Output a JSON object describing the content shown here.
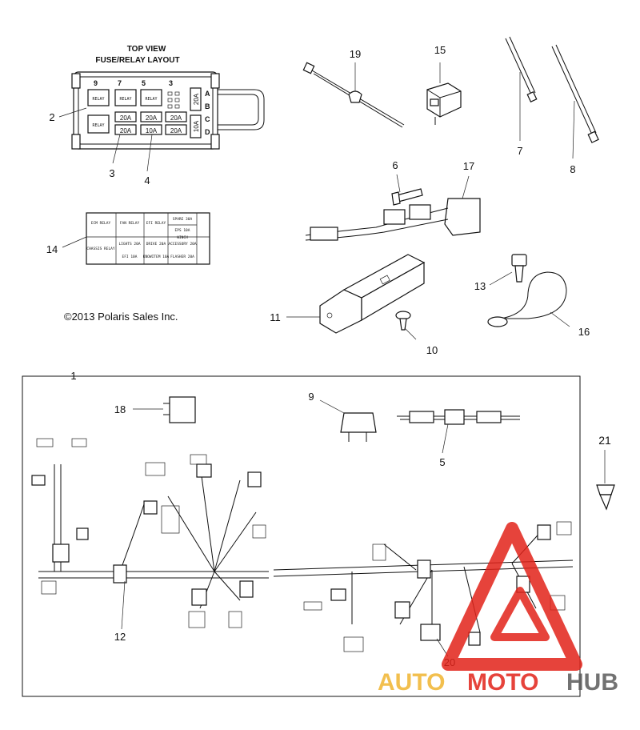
{
  "fuse_panel": {
    "title_line1": "TOP VIEW",
    "title_line2": "FUSE/RELAY LAYOUT",
    "relay_label": "RELAY",
    "top_numbers": [
      "9",
      "7",
      "5",
      "3"
    ],
    "side_letters": [
      "A",
      "B",
      "C",
      "D"
    ],
    "fuse_row1": [
      "20A",
      "20A",
      "20A"
    ],
    "fuse_row2": [
      "20A",
      "10A",
      "20A"
    ],
    "vertical_fuses": [
      "20A",
      "10A"
    ]
  },
  "fuse_table": {
    "rows": [
      [
        "ECM RELAY",
        "FAN RELAY",
        "EFI RELAY",
        "SPARE 30A"
      ],
      [
        "CHASSIS RELAY",
        "LIGHTS 20A",
        "DRIVE 20A",
        "ACCESSORY 20A"
      ],
      [
        "",
        "EFI 10A",
        "KNOWITEM 10A",
        "FLASHER 20A"
      ]
    ],
    "side_cells": [
      "EPS 10A",
      "WINCH"
    ]
  },
  "copyright": "©2013 Polaris Sales Inc.",
  "callouts": [
    "1",
    "2",
    "3",
    "4",
    "5",
    "6",
    "7",
    "8",
    "9",
    "10",
    "11",
    "12",
    "13",
    "14",
    "15",
    "16",
    "17",
    "18",
    "19",
    "20",
    "21"
  ],
  "watermark": {
    "part1": "AUTO",
    "part2": "MOTO",
    "part3": "HUB",
    "colors": {
      "red": "#e2231a",
      "gold": "#f0b430",
      "gray": "#5a5a5a"
    }
  }
}
